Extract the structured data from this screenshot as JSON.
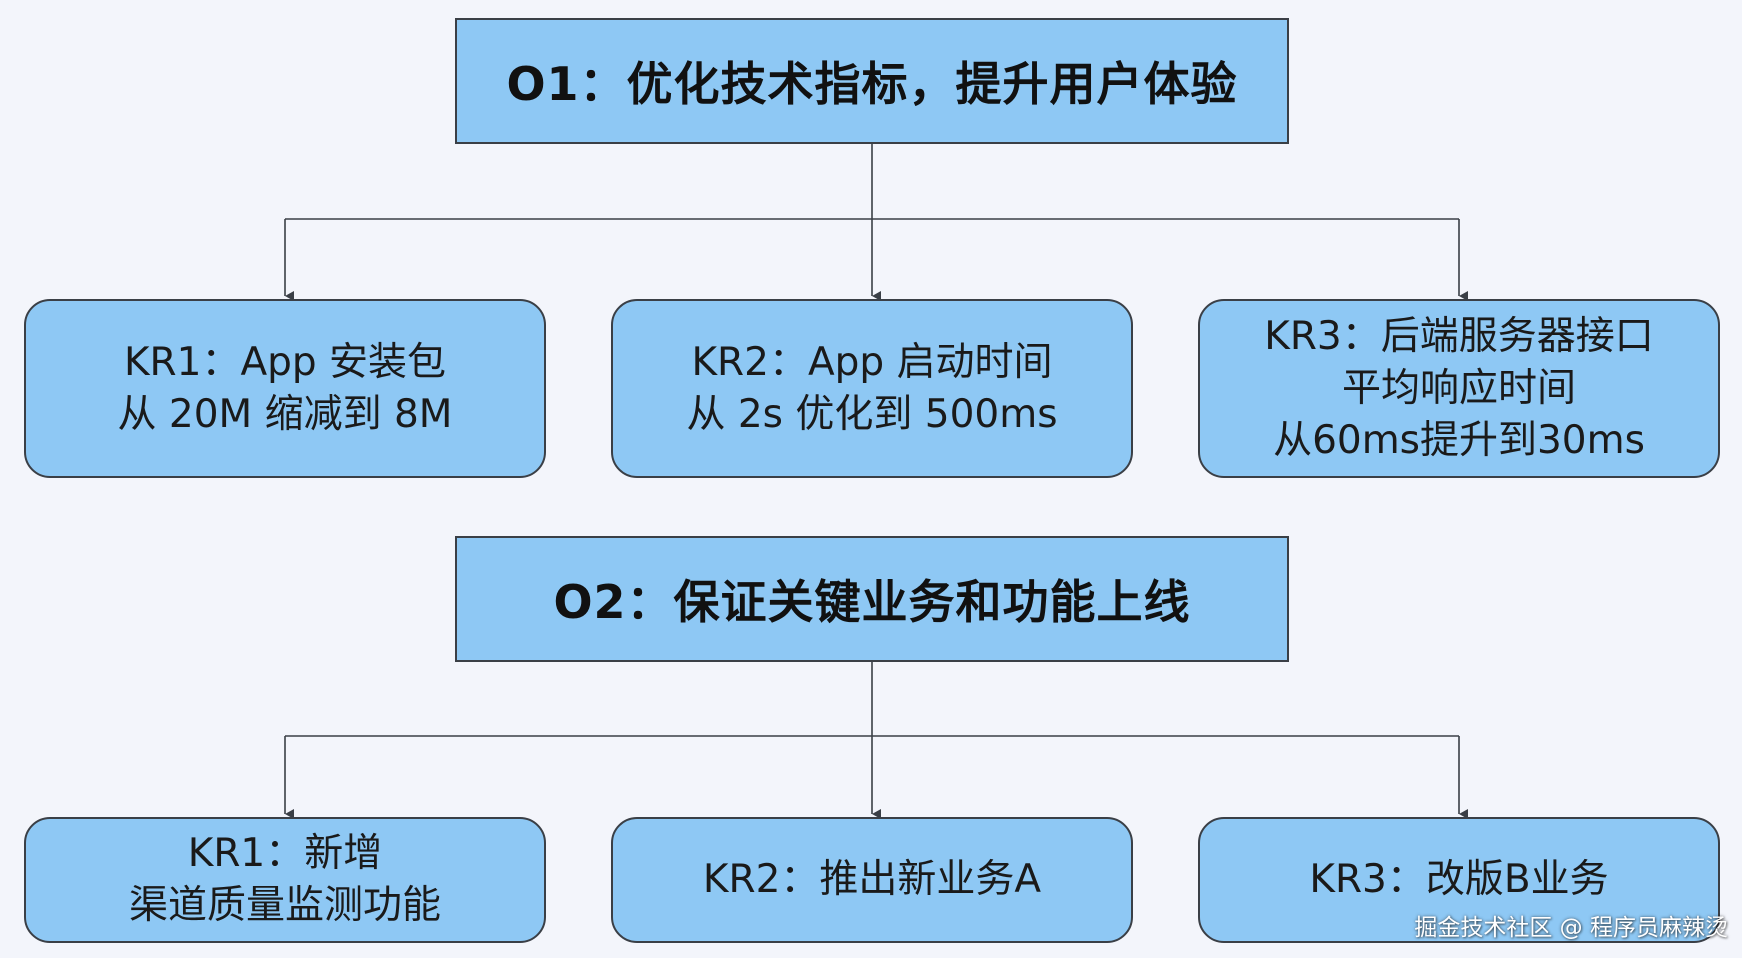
{
  "objectives": [
    {
      "title": "O1：优化技术指标，提升用户体验",
      "key_results": [
        {
          "lines": [
            "KR1：App 安装包",
            "从 20M 缩减到 8M"
          ]
        },
        {
          "lines": [
            "KR2：App 启动时间",
            "从 2s 优化到 500ms"
          ]
        },
        {
          "lines": [
            "KR3：后端服务器接口",
            "平均响应时间",
            "从60ms提升到30ms"
          ]
        }
      ]
    },
    {
      "title": "O2：保证关键业务和功能上线",
      "key_results": [
        {
          "lines": [
            "KR1：新增",
            "渠道质量监测功能"
          ]
        },
        {
          "lines": [
            "KR2：推出新业务A"
          ]
        },
        {
          "lines": [
            "KR3：改版B业务"
          ]
        }
      ]
    }
  ],
  "watermark": "掘金技术社区 @ 程序员麻辣烫",
  "colors": {
    "background": "#f3f5fb",
    "box_fill": "#8ec8f4",
    "box_border": "#3a3f46",
    "connector": "#3a3f46"
  }
}
